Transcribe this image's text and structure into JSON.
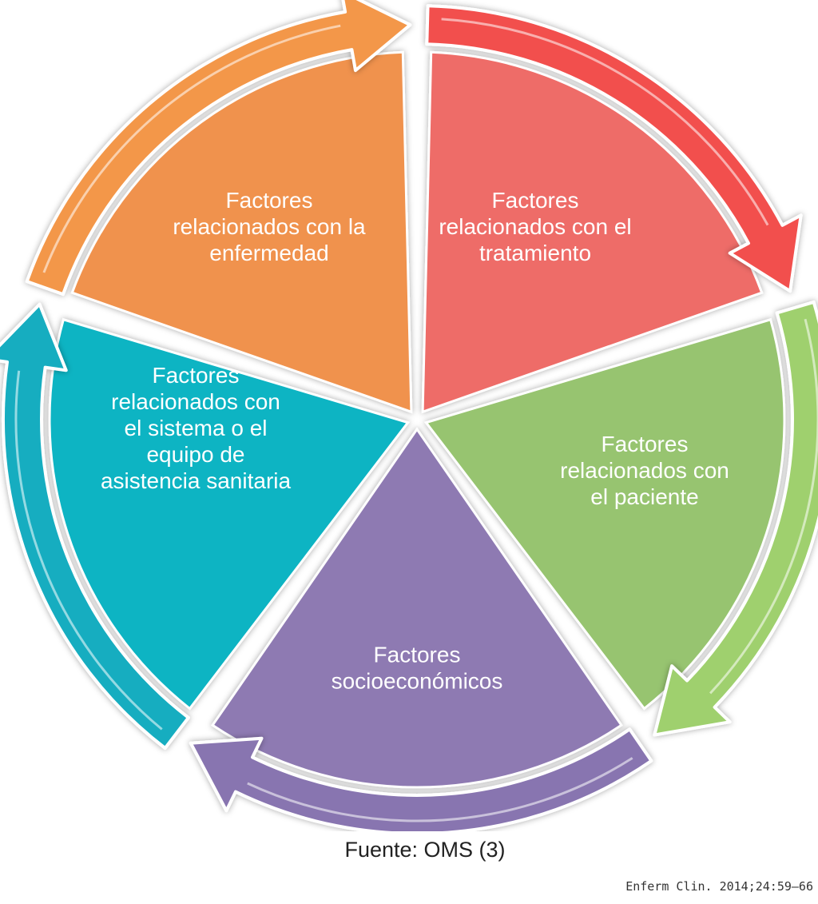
{
  "segments": [
    {
      "key": "treatment",
      "lines": [
        "Factores",
        "relacionados con el",
        "tratamiento"
      ],
      "color": "#ee6c68",
      "arrow_color": "#f2504e"
    },
    {
      "key": "patient",
      "lines": [
        "Factores",
        "relacionados con",
        "el paciente"
      ],
      "color": "#97c46f",
      "arrow_color": "#9fd06e"
    },
    {
      "key": "socioeconomic",
      "lines": [
        "Factores",
        "socioeconómicos"
      ],
      "color": "#8e7ab2",
      "arrow_color": "#8874b0"
    },
    {
      "key": "health-system",
      "lines": [
        "Factores",
        "relacionados con",
        "el sistema o el",
        "equipo de",
        "asistencia sanitaria"
      ],
      "color": "#08b4c3",
      "arrow_color": "#15adc0"
    },
    {
      "key": "disease",
      "lines": [
        "Factores",
        "relacionados con la",
        "enfermedad"
      ],
      "color": "#f0924e",
      "arrow_color": "#f39749"
    }
  ],
  "source": "Fuente: OMS (3)",
  "citation": "Enferm Clin. 2014;24:59–66"
}
